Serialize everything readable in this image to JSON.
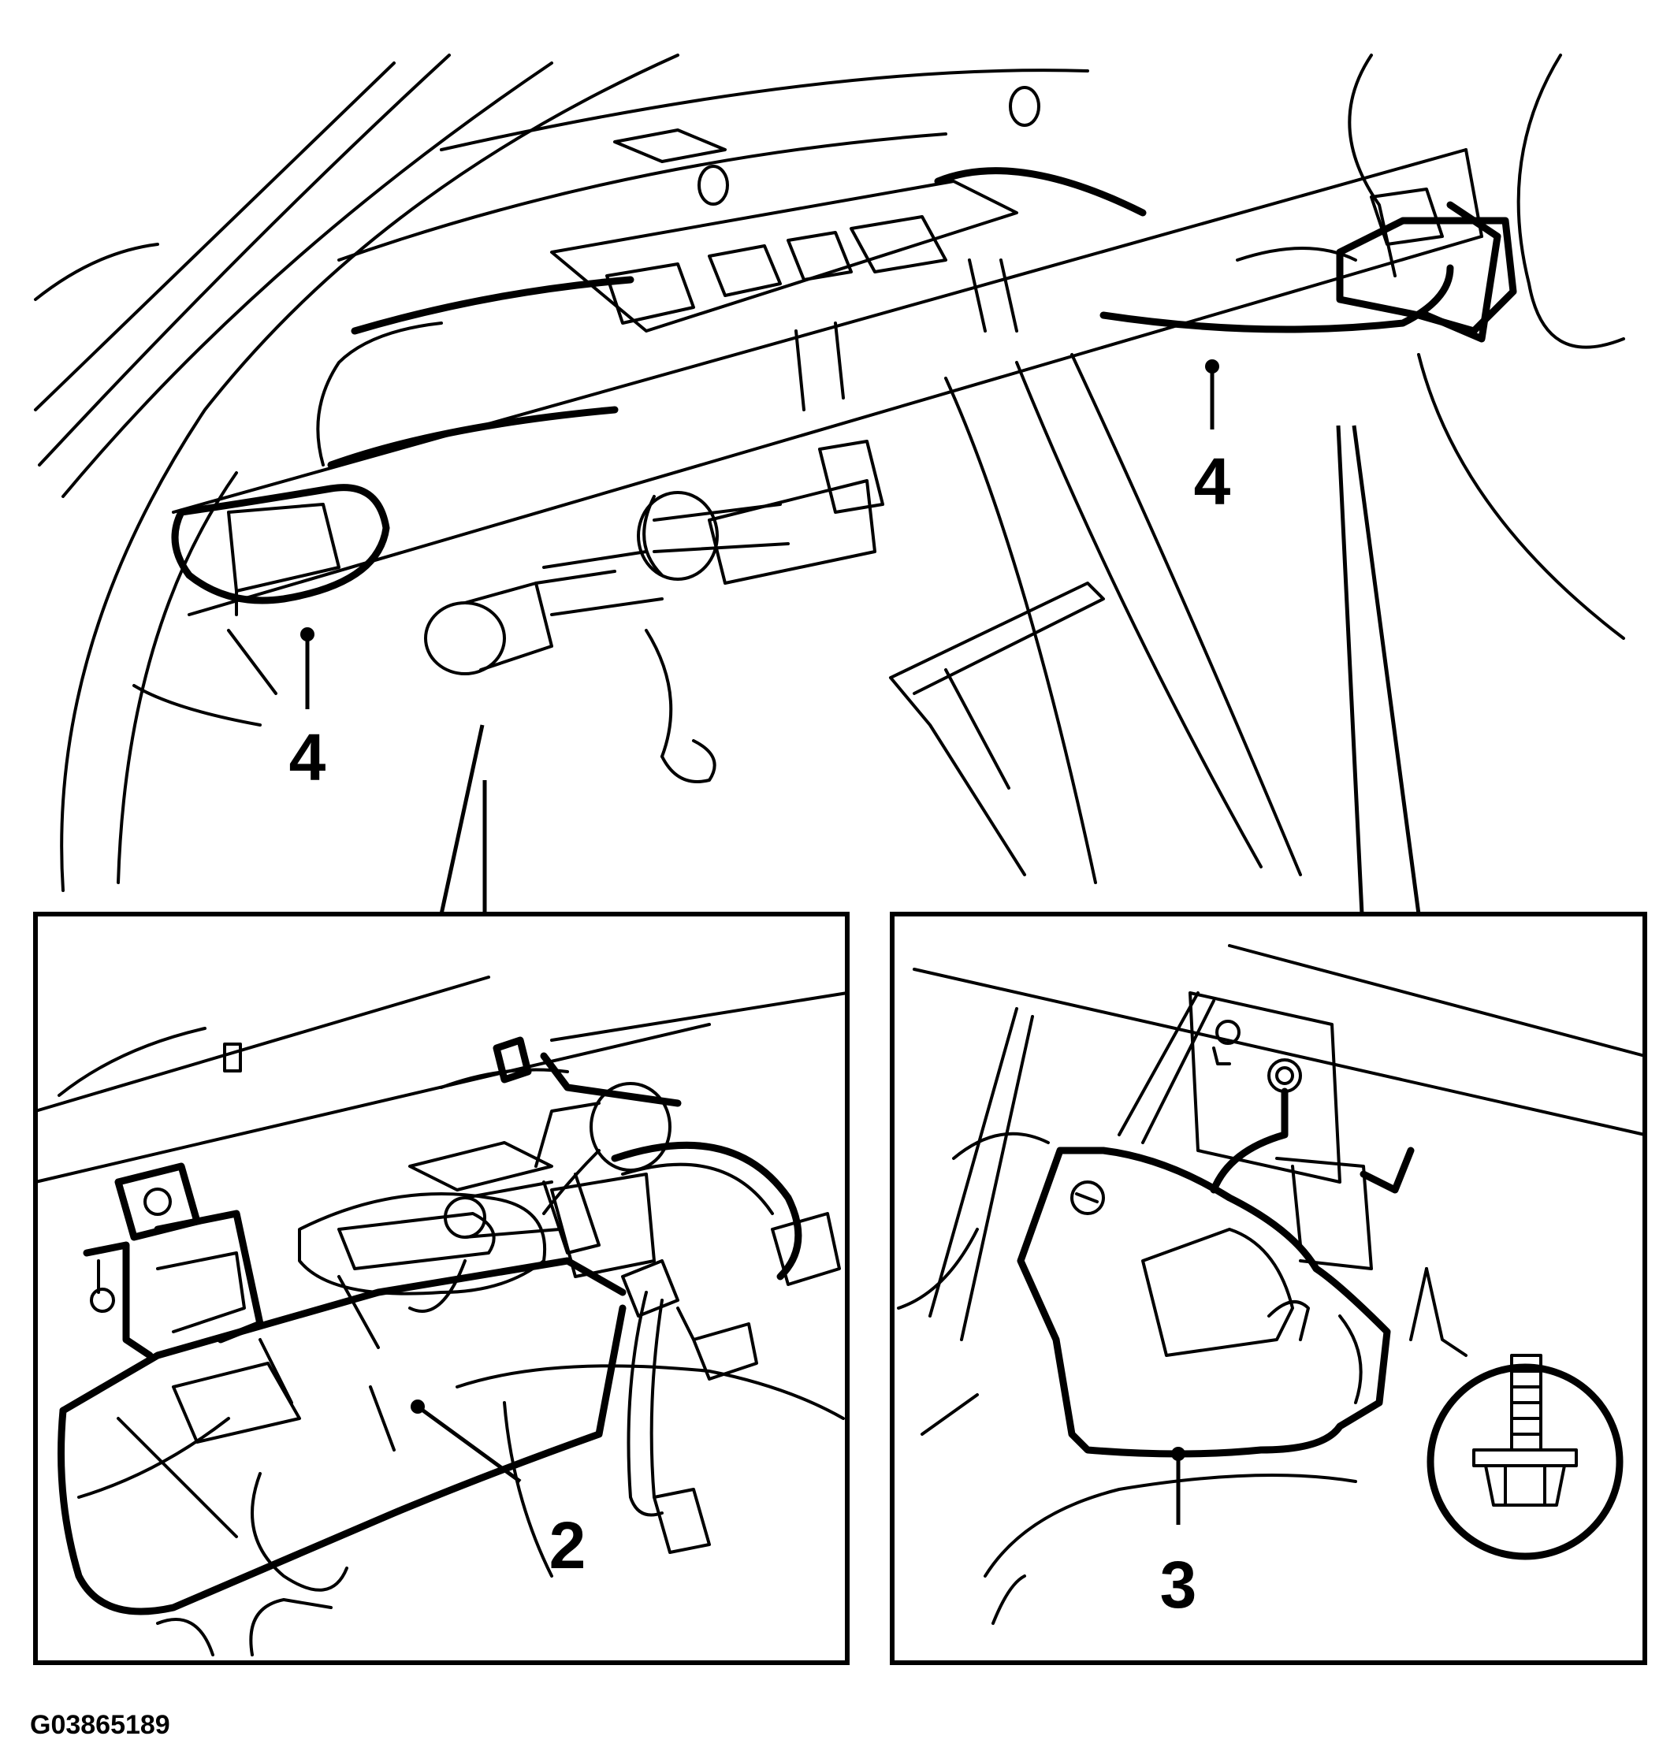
{
  "callouts": {
    "top_left": "4",
    "top_right": "4",
    "inset_left": "2",
    "inset_right": "3"
  },
  "figure_id": "G03865189",
  "colors": {
    "ink": "#000000",
    "paper": "#ffffff"
  }
}
